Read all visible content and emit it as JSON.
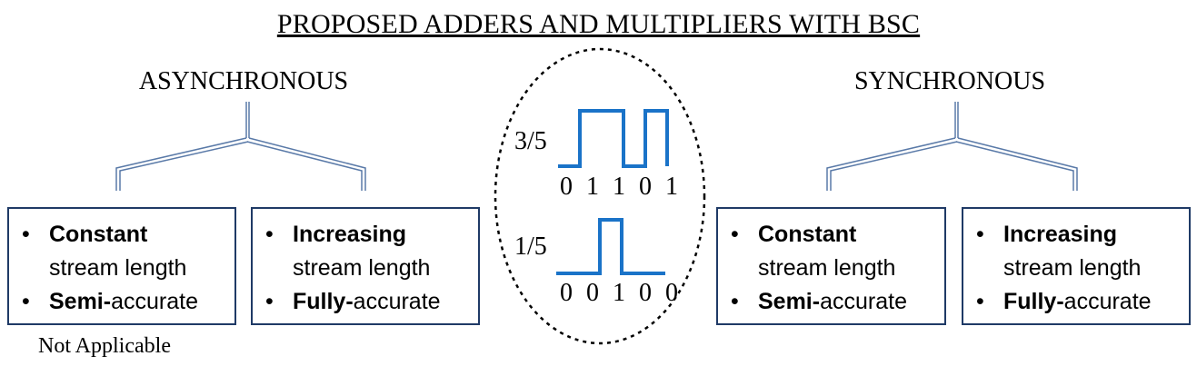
{
  "title": "PROPOSED ADDERS AND MULTIPLIERS WITH BSC",
  "asynchronous": {
    "heading": "ASYNCHRONOUS",
    "boxes": [
      {
        "line1_bold": "Constant",
        "line1_rest": "",
        "line2": "stream length",
        "line3_bold": "Semi-",
        "line3_rest": "accurate"
      },
      {
        "line1_bold": "Increasing",
        "line1_rest": "",
        "line2": "stream length",
        "line3_bold": "Fully-",
        "line3_rest": "accurate"
      }
    ],
    "note": "Not Applicable"
  },
  "synchronous": {
    "heading": "SYNCHRONOUS",
    "boxes": [
      {
        "line1_bold": "Constant",
        "line1_rest": "",
        "line2": "stream length",
        "line3_bold": "Semi-",
        "line3_rest": "accurate"
      },
      {
        "line1_bold": "Increasing",
        "line1_rest": "",
        "line2": "stream length",
        "line3_bold": "Fully-",
        "line3_rest": "accurate"
      }
    ]
  },
  "bitstreams": [
    {
      "label": "3/5",
      "bits": "0 1 1 0 1",
      "sequence": [
        0,
        1,
        1,
        0,
        1
      ]
    },
    {
      "label": "1/5",
      "bits": "0 0 1 0 0",
      "sequence": [
        0,
        0,
        1,
        0,
        0
      ]
    }
  ],
  "colors": {
    "wave": "#1a73c8",
    "box_border": "#1f3a66",
    "tree": "#5a7aa8"
  },
  "bullet_glyph": "•"
}
